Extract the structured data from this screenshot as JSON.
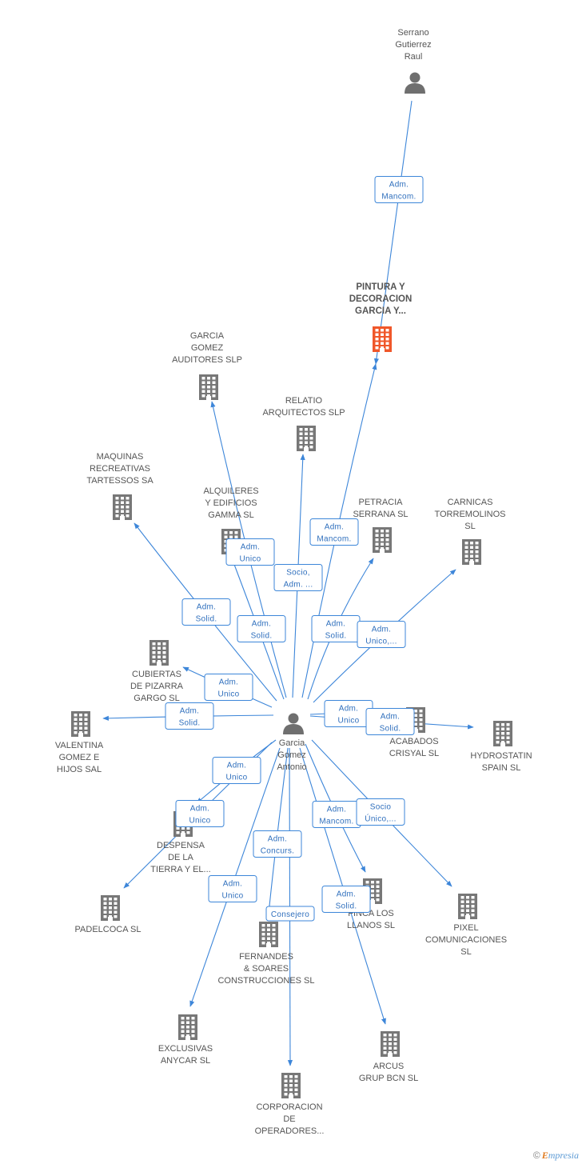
{
  "colors": {
    "edge": "#3d86d9",
    "company": "#777777",
    "focus_company": "#f0572a",
    "person": "#6f6f6f"
  },
  "nodes": [
    {
      "id": "serrano",
      "kind": "person",
      "lines": [
        "Serrano",
        "Gutierrez",
        "Raul"
      ],
      "focus": false
    },
    {
      "id": "pintura",
      "kind": "company",
      "lines": [
        "PINTURA Y",
        "DECORACION",
        "GARCIA Y..."
      ],
      "focus": true
    },
    {
      "id": "garcia_gomez_auditores",
      "kind": "company",
      "lines": [
        "GARCIA",
        "GOMEZ",
        "AUDITORES SLP"
      ],
      "focus": false
    },
    {
      "id": "relatio",
      "kind": "company",
      "lines": [
        "RELATIO",
        "ARQUITECTOS SLP"
      ],
      "focus": false
    },
    {
      "id": "maquinas",
      "kind": "company",
      "lines": [
        "MAQUINAS",
        "RECREATIVAS",
        "TARTESSOS SA"
      ],
      "focus": false
    },
    {
      "id": "alquileres",
      "kind": "company",
      "lines": [
        "ALQUILERES",
        "Y EDIFICIOS",
        "GAMMA SL"
      ],
      "focus": false
    },
    {
      "id": "petracia",
      "kind": "company",
      "lines": [
        "PETRACIA",
        "SERRANA SL"
      ],
      "focus": false
    },
    {
      "id": "carnicas",
      "kind": "company",
      "lines": [
        "CARNICAS",
        "TORREMOLINOS",
        "SL"
      ],
      "focus": false
    },
    {
      "id": "cubiertas",
      "kind": "company",
      "lines": [
        "CUBIERTAS",
        "DE PIZARRA",
        "GARGO SL"
      ],
      "focus": false
    },
    {
      "id": "valentina",
      "kind": "company",
      "lines": [
        "VALENTINA",
        "GOMEZ E",
        "HIJOS SAL"
      ],
      "focus": false
    },
    {
      "id": "acabados",
      "kind": "company",
      "lines": [
        "ACABADOS",
        "CRISYAL SL"
      ],
      "focus": false
    },
    {
      "id": "hydrostatin",
      "kind": "company",
      "lines": [
        "HYDROSTATIN",
        "SPAIN SL"
      ],
      "focus": false
    },
    {
      "id": "garcia_antonio",
      "kind": "person",
      "lines": [
        "Garcia",
        "Gomez",
        "Antonio"
      ],
      "focus": false
    },
    {
      "id": "despensa",
      "kind": "company",
      "lines": [
        "DESPENSA",
        "DE LA",
        "TIERRA Y EL..."
      ],
      "focus": false
    },
    {
      "id": "padelcoca",
      "kind": "company",
      "lines": [
        "PADELCOCA SL"
      ],
      "focus": false
    },
    {
      "id": "finca",
      "kind": "company",
      "lines": [
        "FINCA LOS",
        "LLANOS SL"
      ],
      "focus": false
    },
    {
      "id": "pixel",
      "kind": "company",
      "lines": [
        "PIXEL",
        "COMUNICACIONES",
        "SL"
      ],
      "focus": false
    },
    {
      "id": "fernandes",
      "kind": "company",
      "lines": [
        "FERNANDES",
        "& SOARES",
        "CONSTRUCCIONES SL"
      ],
      "focus": false
    },
    {
      "id": "exclusivas",
      "kind": "company",
      "lines": [
        "EXCLUSIVAS",
        "ANYCAR SL"
      ],
      "focus": false
    },
    {
      "id": "arcus",
      "kind": "company",
      "lines": [
        "ARCUS",
        "GRUP BCN SL"
      ],
      "focus": false
    },
    {
      "id": "corporacion",
      "kind": "company",
      "lines": [
        "CORPORACION",
        "DE",
        "OPERADORES..."
      ],
      "focus": false
    }
  ],
  "relations": [
    {
      "from": "serrano",
      "to": "pintura",
      "lines": [
        "Adm.",
        "Mancom."
      ]
    },
    {
      "from": "garcia_antonio",
      "to": "pintura",
      "lines": [
        "Adm.",
        "Mancom."
      ]
    },
    {
      "from": "garcia_antonio",
      "to": "garcia_gomez_auditores",
      "lines": [
        "Adm.",
        "Unico"
      ]
    },
    {
      "from": "garcia_antonio",
      "to": "relatio",
      "lines": [
        "Socio,",
        "Adm. ..."
      ]
    },
    {
      "from": "garcia_antonio",
      "to": "maquinas",
      "lines": [
        "Adm.",
        "Solid."
      ]
    },
    {
      "from": "garcia_antonio",
      "to": "alquileres",
      "lines": [
        "Adm.",
        "Solid."
      ]
    },
    {
      "from": "garcia_antonio",
      "to": "petracia",
      "lines": [
        "Adm.",
        "Solid."
      ]
    },
    {
      "from": "garcia_antonio",
      "to": "carnicas",
      "lines": [
        "Adm.",
        "Unico,..."
      ]
    },
    {
      "from": "garcia_antonio",
      "to": "cubiertas",
      "lines": [
        "Adm.",
        "Unico"
      ]
    },
    {
      "from": "garcia_antonio",
      "to": "valentina",
      "lines": [
        "Adm.",
        "Solid."
      ]
    },
    {
      "from": "garcia_antonio",
      "to": "acabados",
      "lines": [
        "Adm.",
        "Unico"
      ]
    },
    {
      "from": "garcia_antonio",
      "to": "hydrostatin",
      "lines": [
        "Adm.",
        "Solid."
      ]
    },
    {
      "from": "garcia_antonio",
      "to": "despensa",
      "lines": [
        "Adm.",
        "Unico"
      ]
    },
    {
      "from": "garcia_antonio",
      "to": "padelcoca",
      "lines": [
        "Adm.",
        "Unico"
      ]
    },
    {
      "from": "garcia_antonio",
      "to": "finca",
      "lines": [
        "Adm.",
        "Mancom."
      ]
    },
    {
      "from": "garcia_antonio",
      "to": "pixel",
      "lines": [
        "Socio",
        "Único,..."
      ]
    },
    {
      "from": "garcia_antonio",
      "to": "fernandes",
      "lines": [
        "Adm.",
        "Concurs."
      ]
    },
    {
      "from": "garcia_antonio",
      "to": "exclusivas",
      "lines": [
        "Adm.",
        "Unico"
      ]
    },
    {
      "from": "garcia_antonio",
      "to": "arcus",
      "lines": [
        "Adm.",
        "Solid."
      ]
    },
    {
      "from": "garcia_antonio",
      "to": "corporacion",
      "lines": [
        "Consejero"
      ]
    }
  ],
  "footer": {
    "copyright": "©",
    "brand_first": "E",
    "brand_rest": "mpresia"
  }
}
